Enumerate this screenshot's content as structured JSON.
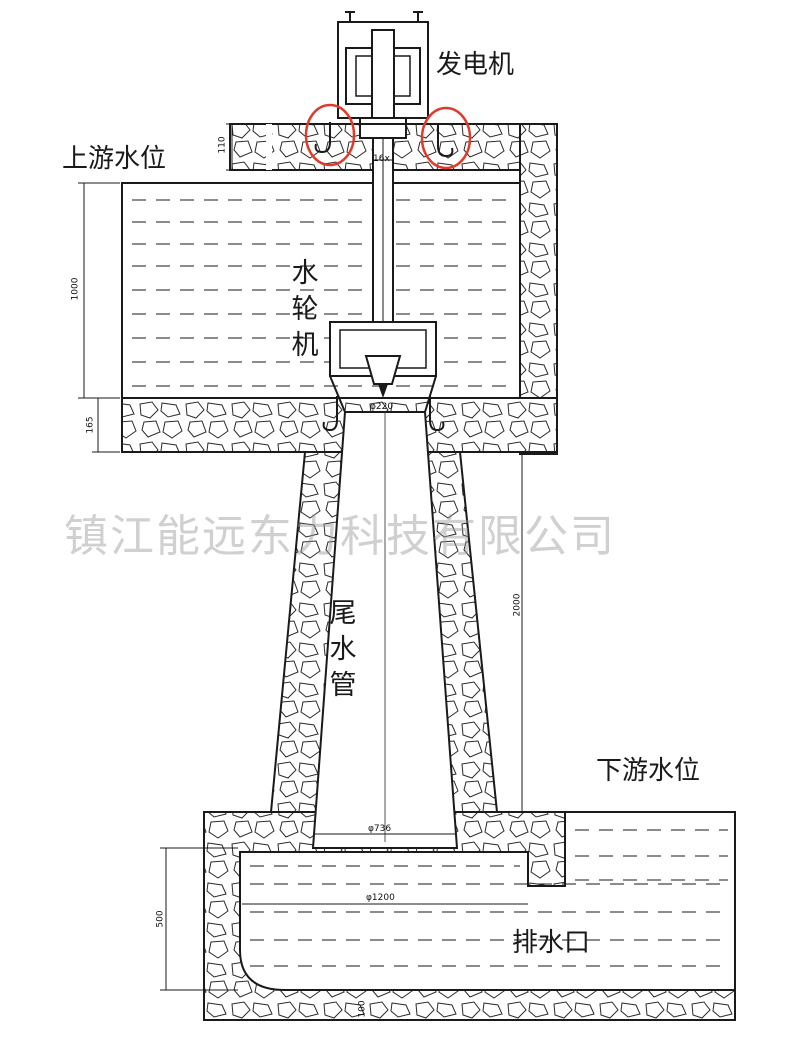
{
  "labels": {
    "generator": "发电机",
    "upstream": "上游水位",
    "turbine": "水轮机",
    "draft_tube": "尾水管",
    "downstream": "下游水位",
    "outlet": "排水口"
  },
  "dimensions": {
    "d110": "110",
    "d16x": "16x",
    "d1000": "1000",
    "d165": "165",
    "d220": "φ220",
    "d2000": "2000",
    "d736": "φ736",
    "d1200": "φ1200",
    "d500": "500",
    "d100": "100"
  },
  "watermark": "镇江能远东力科技有限公司",
  "colors": {
    "line": "#1a1a1a",
    "highlight": "#e03a2a",
    "watermark": "#9a9a9a"
  }
}
